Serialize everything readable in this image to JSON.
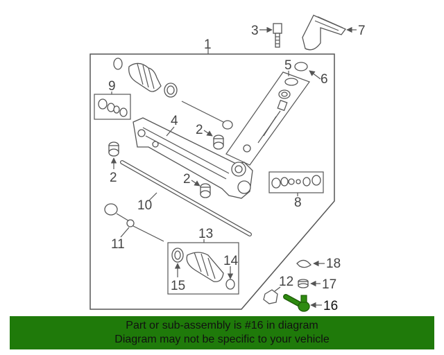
{
  "labels": {
    "p1": "1",
    "p2a": "2",
    "p2b": "2",
    "p2c": "2",
    "p3": "3",
    "p4": "4",
    "p5": "5",
    "p6": "6",
    "p7": "7",
    "p8": "8",
    "p9": "9",
    "p10": "10",
    "p11": "11",
    "p12": "12",
    "p13": "13",
    "p14": "14",
    "p15": "15",
    "p16": "16",
    "p17": "17",
    "p18": "18"
  },
  "banner": {
    "line1": "Part or sub-assembly is #16 in diagram",
    "line2": "Diagram may not be specific to your vehicle"
  },
  "colors": {
    "banner_bg": "#1f7a0a",
    "highlight_part": "#2e8b10",
    "line": "#555555"
  }
}
